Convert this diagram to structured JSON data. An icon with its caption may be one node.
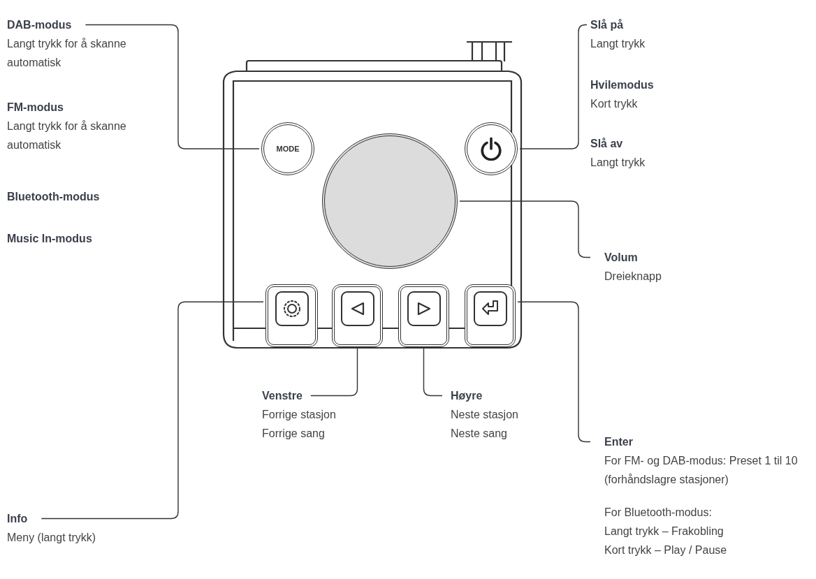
{
  "diagram": {
    "nodes": [
      {
        "text": [
          "DAB-modus",
          "Langt trykk for å skanne automatisk"
        ]
      },
      {
        "text": [
          "FM-modus",
          "Langt trykk for å skanne automatisk"
        ]
      },
      {
        "text": [
          "Bluetooth-modus"
        ]
      },
      {
        "text": [
          "Music In-modus"
        ]
      },
      {
        "text": [
          "Slå på",
          "Langt trykk"
        ]
      },
      {
        "text": [
          "Hvilemodus",
          "Kort trykk"
        ]
      },
      {
        "text": [
          "Slå av",
          "Langt trykk"
        ]
      },
      {
        "text": [
          "Volum",
          "Dreieknapp"
        ]
      },
      {
        "text": [
          "Venstre",
          "Forrige stasjon",
          "Forrige sang"
        ]
      },
      {
        "text": [
          "Høyre",
          "Neste stasjon",
          "Neste sang"
        ]
      },
      {
        "text": [
          "Enter",
          "For FM- og DAB-modus: Preset 1 til 10 (forhåndslagre stasjoner)",
          "For Bluetooth-modus:",
          "Langt trykk – Frakobling",
          "Kort trykk – Play / Pause"
        ]
      },
      {
        "text": [
          "Info",
          "Meny (langt trykk)"
        ]
      },
      {
        "text": [],
        "shape": "picture"
      },
      {
        "text": [
          "MODE"
        ],
        "in": 12
      },
      {
        "text": [],
        "shape": "circle",
        "in": 12
      },
      {
        "text": [],
        "shape": "circle",
        "in": 12
      },
      {
        "text": [],
        "shape": "box",
        "in": 12
      },
      {
        "text": [],
        "shape": "box",
        "in": 12
      },
      {
        "text": [],
        "shape": "box",
        "in": 12
      },
      {
        "text": [],
        "shape": "box",
        "in": 12
      }
    ],
    "edges": [
      {
        "from": 0,
        "to": 13,
        "arrow": "none"
      },
      {
        "from": 4,
        "to": 15,
        "arrow": "none"
      },
      {
        "from": 7,
        "to": 14,
        "arrow": "none"
      },
      {
        "from": 8,
        "to": 17,
        "arrow": "none"
      },
      {
        "from": 9,
        "to": 18,
        "arrow": "none"
      },
      {
        "from": 10,
        "to": 19,
        "arrow": "none"
      },
      {
        "from": 11,
        "to": 16,
        "arrow": "none"
      }
    ]
  }
}
